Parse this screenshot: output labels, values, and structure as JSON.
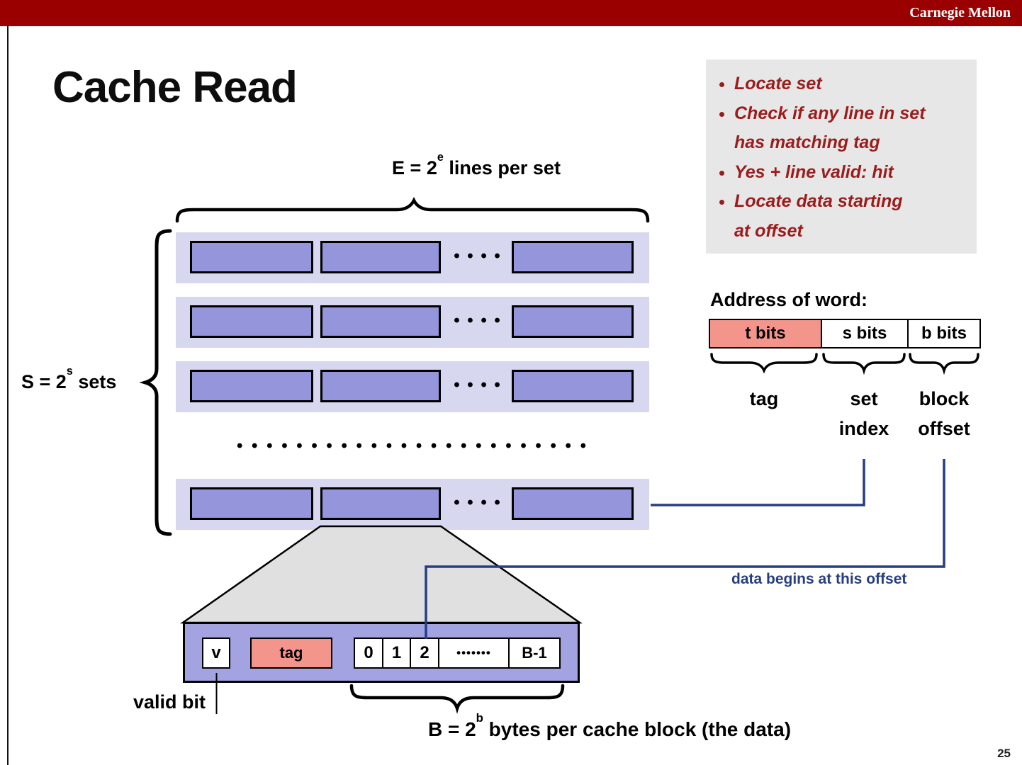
{
  "header": {
    "brand": "Carnegie Mellon"
  },
  "slide": {
    "title": "Cache Read",
    "page_number": "25"
  },
  "bullets": [
    "Locate set",
    "Check if any line in set has matching tag",
    "Yes + line valid: hit",
    "Locate data starting at offset"
  ],
  "diagram": {
    "lines_per_set": {
      "prefix": "E = 2",
      "sup": "e",
      "suffix": " lines per set"
    },
    "sets": {
      "prefix": "S = 2",
      "sup": "s",
      "suffix": " sets"
    },
    "row_dots": "• • • •",
    "ellipsis_dots": "• • • • • • • • • • • • • • • • • • • • • • • •"
  },
  "address": {
    "heading": "Address of word:",
    "fields": [
      {
        "label": "t bits"
      },
      {
        "label": "s bits"
      },
      {
        "label": "b bits"
      }
    ],
    "tag_label": "tag",
    "set_index": [
      "set",
      "index"
    ],
    "block_offset": [
      "block",
      "offset"
    ],
    "data_begins": "data begins at this offset"
  },
  "line_detail": {
    "valid": "v",
    "tag": "tag",
    "bytes": [
      "0",
      "1",
      "2",
      "•••••••",
      "B-1"
    ],
    "valid_bit_label": "valid bit",
    "bytes_caption": {
      "prefix": "B = 2",
      "sup": "b",
      "suffix": " bytes per cache block (the data)"
    }
  },
  "colors": {
    "header_red": "#9A0000",
    "bullet_red": "#9B1C1C",
    "set_background": "#D7D7EF",
    "line_fill": "#9595DB",
    "salmon": "#F4958C",
    "navy": "#263D82",
    "panel_gray": "#E7E7E7",
    "trapezoid_gray": "#E0E0E0"
  }
}
